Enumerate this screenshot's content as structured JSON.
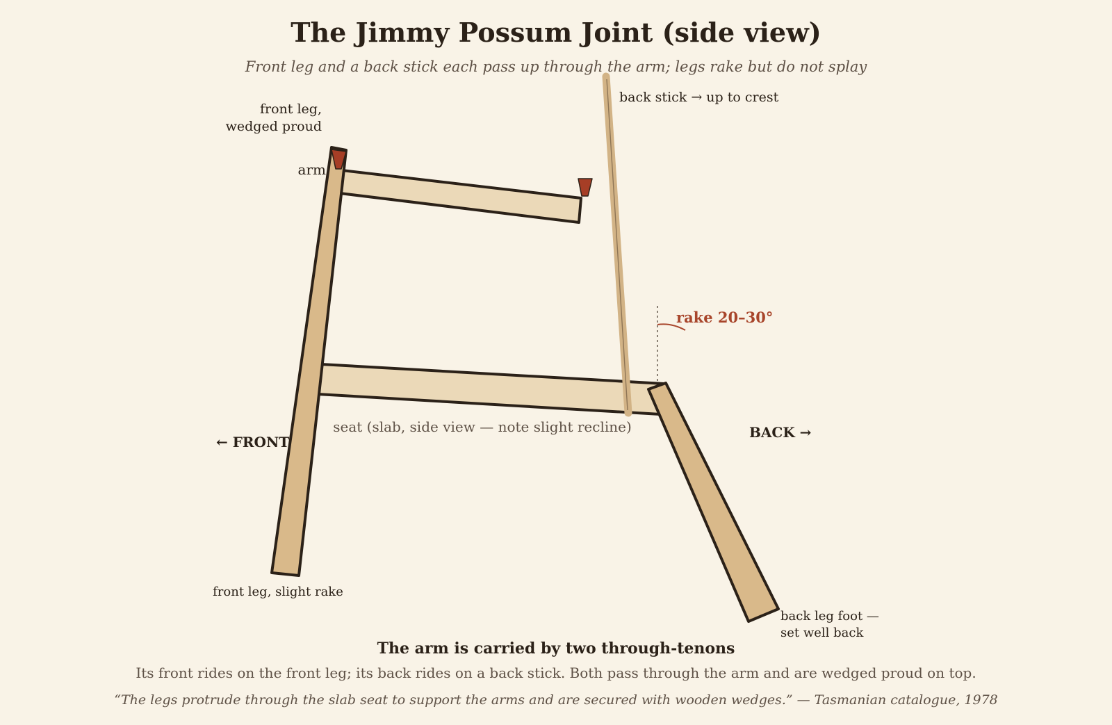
{
  "title": "The Jimmy Possum Joint (side view)",
  "subtitle": "Front leg and a back stick each pass up through the arm; legs rake but do not splay",
  "labels": {
    "back_stick": "back stick → up to crest",
    "front_leg_wedged_line1": "front leg,",
    "front_leg_wedged_line2": "wedged proud",
    "arm": "arm",
    "rake": "rake 20–30°",
    "seat": "seat (slab, side view — note slight recline)",
    "front_direction": "← FRONT",
    "back_direction": "BACK →",
    "front_leg_rake": "front leg, slight rake",
    "back_leg_foot_line1": "back leg foot —",
    "back_leg_foot_line2": "set well back"
  },
  "caption": {
    "title": "The arm is carried by two through-tenons",
    "body": "Its front rides on the front leg; its back rides on a back stick. Both pass through the arm and are wedged proud on top.",
    "quote": "“The legs protrude through the slab seat to support the arms and are secured with wooden wedges.” — Tasmanian catalogue, 1978"
  },
  "colors": {
    "background": "#f9f3e7",
    "leg_wood": "#d9b98a",
    "slab_wood": "#ebd9b8",
    "outline": "#2b2118",
    "wedge": "#a63e26",
    "accent_text": "#a8452b",
    "muted_text": "#5e5146"
  }
}
